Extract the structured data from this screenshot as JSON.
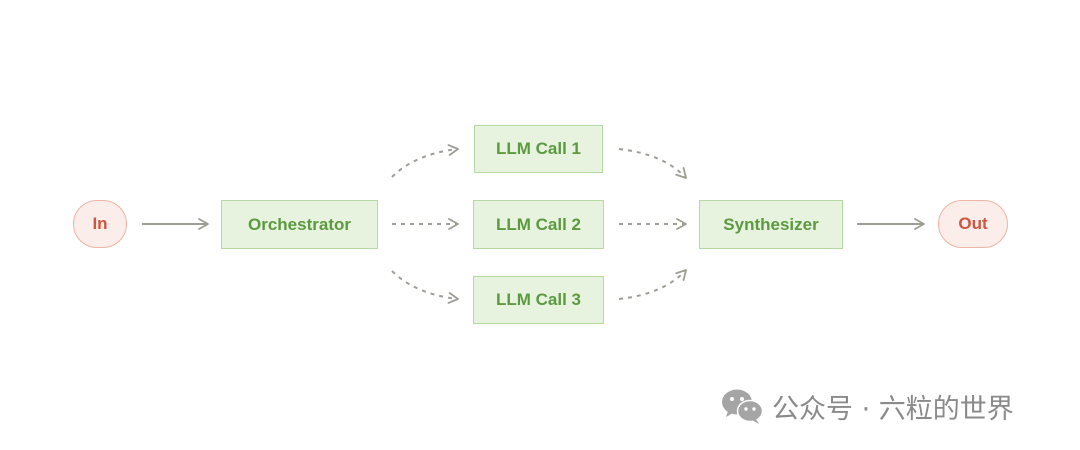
{
  "diagram": {
    "nodes": {
      "in": "In",
      "orchestrator": "Orchestrator",
      "llm_call_1": "LLM Call 1",
      "llm_call_2": "LLM Call 2",
      "llm_call_3": "LLM Call 3",
      "synthesizer": "Synthesizer",
      "out": "Out"
    },
    "colors": {
      "endpoint_fill": "#fbeeea",
      "endpoint_border": "#f0b3a5",
      "endpoint_text": "#d0553e",
      "step_fill": "#e7f2df",
      "step_border": "#b5d9a3",
      "step_text": "#5b9a3e",
      "edge": "#9e9e94",
      "watermark": "#8a8a8a"
    }
  },
  "watermark": {
    "icon": "wechat-icon",
    "text": "公众号 · 六粒的世界"
  }
}
